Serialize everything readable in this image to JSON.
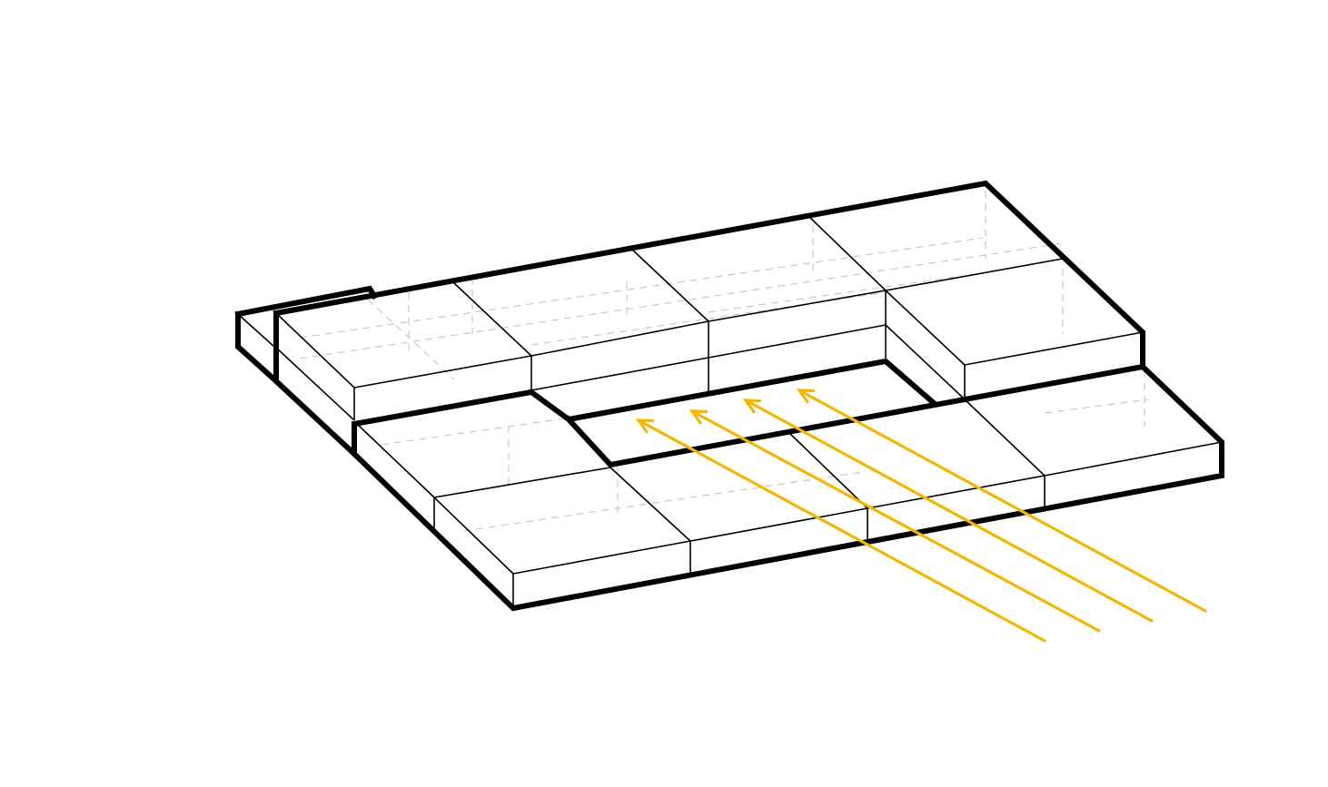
{
  "diagram": {
    "kind": "isometric massing diagram",
    "colors": {
      "outline": "#000000",
      "edges": "#000000",
      "hidden_lines": "#c4c4c4",
      "arrows": "#f2b705",
      "background": "#ffffff"
    },
    "elements": {
      "blocks": 14,
      "courtyard_void": 1,
      "arrows": 4
    },
    "arrow_direction": "up-left"
  }
}
